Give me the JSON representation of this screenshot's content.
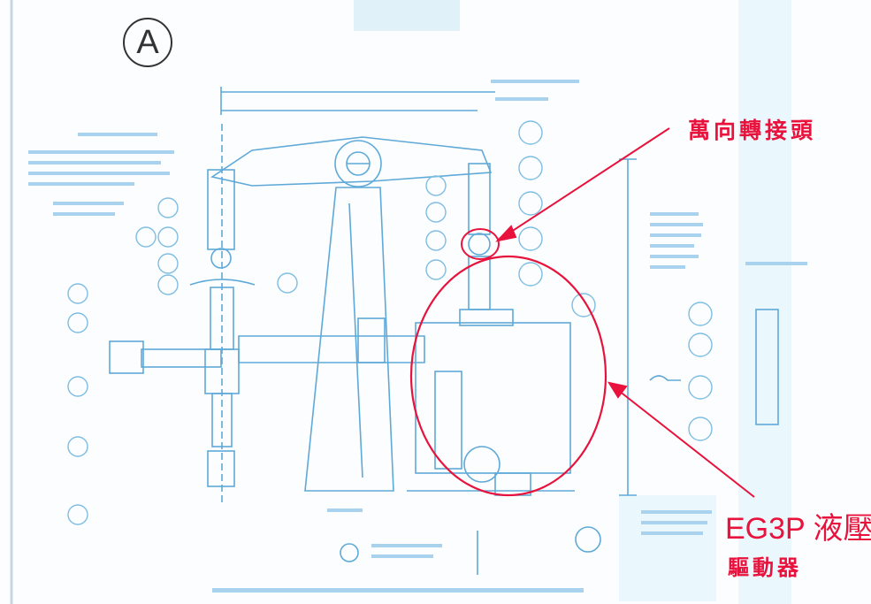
{
  "drawing_label": "A",
  "callouts": {
    "universal_joint": "萬向轉接頭",
    "actuator_model": "EG3P 液壓",
    "actuator_line2": "驅動器"
  },
  "colors": {
    "blueprint": "#5fa9d8",
    "blueprint_light": "#a9d2ee",
    "callout": "#e8123c",
    "background": "#fbfdfe"
  }
}
